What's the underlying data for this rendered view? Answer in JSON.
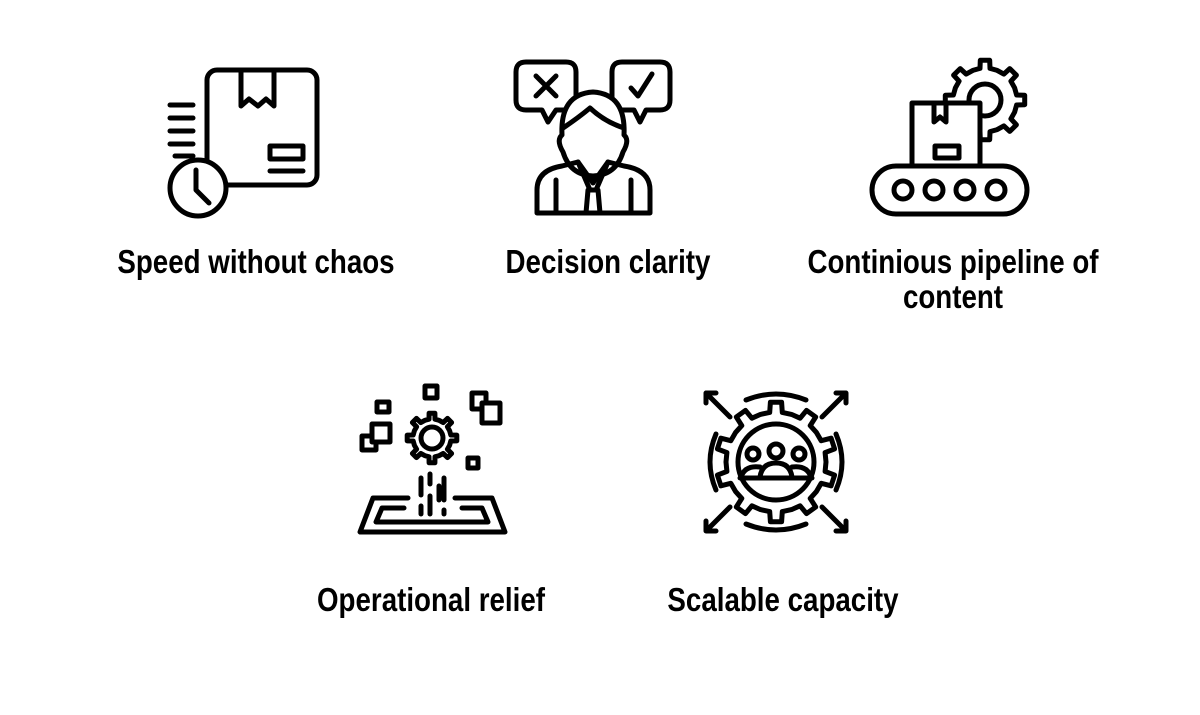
{
  "items": [
    {
      "label": "Speed without chaos",
      "icon": "package-clock-icon"
    },
    {
      "label": "Decision clarity",
      "icon": "person-decision-icon"
    },
    {
      "label": "Continious pipeline of content",
      "icon": "conveyor-gear-icon"
    },
    {
      "label": "Operational relief",
      "icon": "gear-platform-icon"
    },
    {
      "label": "Scalable capacity",
      "icon": "team-gear-expand-icon"
    }
  ],
  "colors": {
    "ink": "#000000",
    "background": "#ffffff"
  }
}
